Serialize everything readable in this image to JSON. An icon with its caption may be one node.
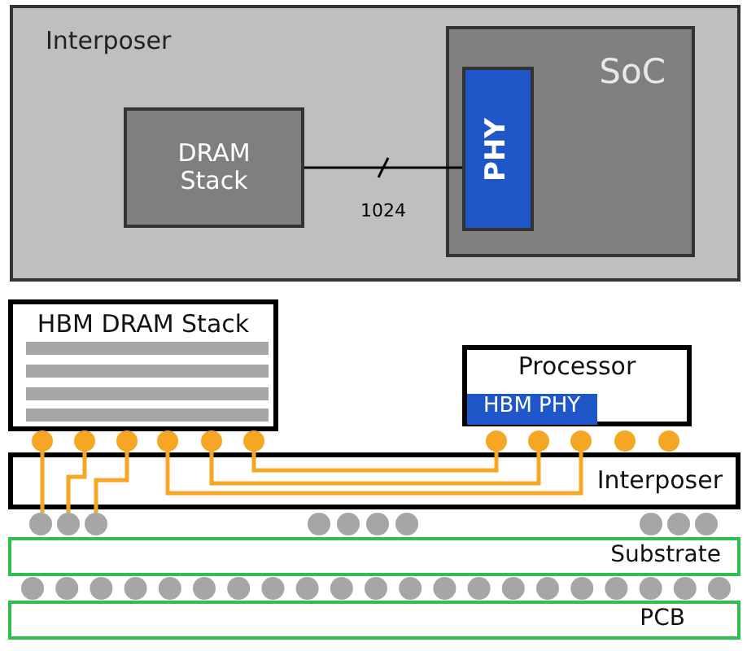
{
  "diagram": {
    "nodes": [
      {
        "text": [
          "Interposer"
        ]
      },
      {
        "text": [
          "DRAM Stack"
        ],
        "in": 0
      },
      {
        "text": [
          "SoC"
        ],
        "in": 0
      },
      {
        "text": [
          "PHY"
        ],
        "in": 2
      },
      {
        "text": [
          "HBM DRAM Stack"
        ]
      },
      {
        "text": [
          "Processor"
        ]
      },
      {
        "text": [
          "HBM PHY"
        ],
        "in": 5
      },
      {
        "text": [
          "Interposer"
        ]
      },
      {
        "text": [
          "Substrate"
        ]
      },
      {
        "text": [
          "PCB"
        ]
      }
    ],
    "edges": [
      {
        "from": 1,
        "to": 3,
        "arrow": "none",
        "label": "1024"
      }
    ]
  }
}
